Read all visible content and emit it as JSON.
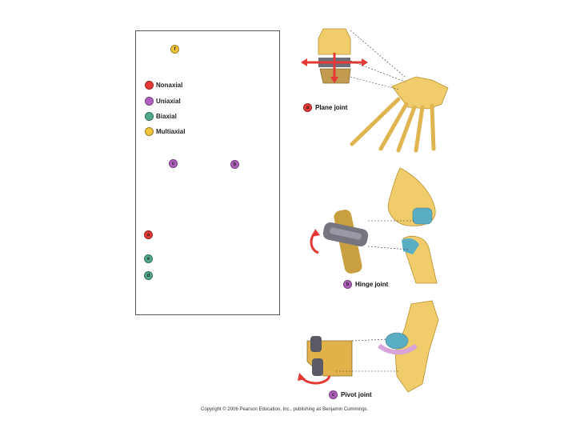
{
  "legend": [
    {
      "label": "Nonaxial",
      "color": "#e53935"
    },
    {
      "label": "Uniaxial",
      "color": "#b05fbf"
    },
    {
      "label": "Biaxial",
      "color": "#4faa8c"
    },
    {
      "label": "Multiaxial",
      "color": "#f2c53d"
    }
  ],
  "markers": {
    "f": "f",
    "c": "c",
    "b": "b",
    "a": "a",
    "e": "e",
    "d": "d"
  },
  "joints": {
    "plane": {
      "letter": "a",
      "label": "Plane joint"
    },
    "hinge": {
      "letter": "b",
      "label": "Hinge joint"
    },
    "pivot": {
      "letter": "c",
      "label": "Pivot joint"
    }
  },
  "copyright": "Copyright © 2006 Pearson Education, Inc., publishing as Benjamin Cummings.",
  "colors": {
    "bone": "#f0cc6a",
    "bone_dark": "#c9a040",
    "cartilage": "#8fd0e0",
    "arrow": "#e53935"
  }
}
